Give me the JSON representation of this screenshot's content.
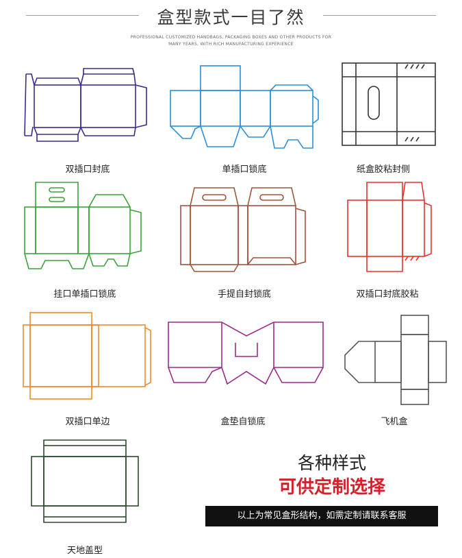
{
  "header": {
    "title": "盒型款式一目了然",
    "subtitle_line1": "PROFESSIONAL CUSTOMIZED HANDBAGS, PACKAGING BOXES AND OTHER PRODUCTS FOR",
    "subtitle_line2": "MANY YEARS, WITH RICH MANUFACTURING EXPERIENCE"
  },
  "boxes": [
    {
      "label": "双插口封底",
      "color": "#3a2a8c"
    },
    {
      "label": "单插口锁底",
      "color": "#2a8fd8"
    },
    {
      "label": "纸盒胶粘封侧",
      "color": "#333333"
    },
    {
      "label": "挂口单插口锁底",
      "color": "#3aa33a"
    },
    {
      "label": "手提自封锁底",
      "color": "#a0523a"
    },
    {
      "label": "双插口封底胶粘",
      "color": "#e8322a"
    },
    {
      "label": "双插口单边",
      "color": "#f08a2a"
    },
    {
      "label": "盒垫自锁底",
      "color": "#9a2a8a"
    },
    {
      "label": "飞机盒",
      "color": "#555555"
    },
    {
      "label": "天地盖型",
      "color": "#2a4a2a"
    }
  ],
  "promo": {
    "line1": "各种样式",
    "line2": "可供定制选择",
    "banner": "以上为常见盒形结构，如需定制请联系客服"
  }
}
